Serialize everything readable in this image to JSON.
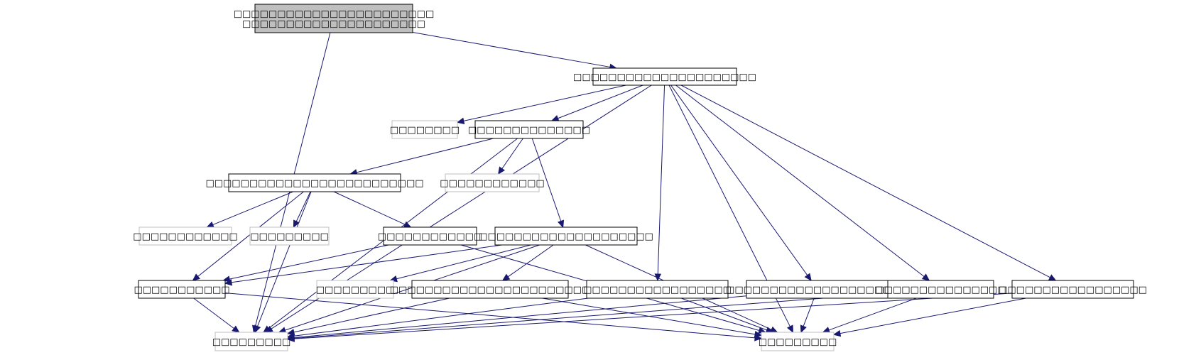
{
  "diagram": {
    "type": "include-dependency-graph",
    "edge_color": "#191970",
    "external_border_color": "#bfbfbf",
    "root_fill": "#bfbfbf",
    "nodes": [
      {
        "id": "root",
        "lines": [
          "□□□□□□□□□□□□□□□□□□□□□□□",
          "□□□□□□□□□□□□□□□□□□□□□"
        ],
        "style": "root"
      },
      {
        "id": "n1",
        "lines": [
          "□□□□□□□□□□□□□□□□□□□□□"
        ],
        "style": "normal"
      },
      {
        "id": "n2",
        "lines": [
          "□□□□□□□□"
        ],
        "style": "external"
      },
      {
        "id": "n3",
        "lines": [
          "□□□□□□□□□□□□□□"
        ],
        "style": "normal"
      },
      {
        "id": "n4",
        "lines": [
          "□□□□□□□□□□□□□□□□□□□□□□□□□"
        ],
        "style": "normal"
      },
      {
        "id": "n5",
        "lines": [
          "□□□□□□□□□□□□"
        ],
        "style": "external"
      },
      {
        "id": "n6",
        "lines": [
          "□□□□□□□□□□□□"
        ],
        "style": "external"
      },
      {
        "id": "n7",
        "lines": [
          "□□□□□□□□□"
        ],
        "style": "external"
      },
      {
        "id": "n8",
        "lines": [
          "□□□□□□□□□□□□"
        ],
        "style": "normal"
      },
      {
        "id": "n9",
        "lines": [
          "□□□□□□□□□□□□□□□□□□□□"
        ],
        "style": "normal"
      },
      {
        "id": "n10",
        "lines": [
          "□□□□□□□□□□□"
        ],
        "style": "normal"
      },
      {
        "id": "n11",
        "lines": [
          "□□□□□□□□□"
        ],
        "style": "external"
      },
      {
        "id": "n12",
        "lines": [
          "□□□□□□□□□□□□□□□□□□□□□□□"
        ],
        "style": "normal"
      },
      {
        "id": "n13",
        "lines": [
          "□□□□□□□□□□□□□□□□□"
        ],
        "style": "normal"
      },
      {
        "id": "n14",
        "lines": [
          "□□□□□□□□□□□□□□□□□□□□□"
        ],
        "style": "normal"
      },
      {
        "id": "n15",
        "lines": [
          "□□□□□□□□□□□□□□□"
        ],
        "style": "normal"
      },
      {
        "id": "n16",
        "lines": [
          "□□□□□□□□□□□□□□□□□"
        ],
        "style": "normal"
      },
      {
        "id": "n17",
        "lines": [
          "□□□□□□□□□"
        ],
        "style": "external"
      },
      {
        "id": "n18",
        "lines": [
          "□□□□□□□□□"
        ],
        "style": "external"
      }
    ],
    "edges": [
      [
        "root",
        "n1"
      ],
      [
        "root",
        "n17"
      ],
      [
        "n1",
        "n2"
      ],
      [
        "n1",
        "n3"
      ],
      [
        "n1",
        "n13"
      ],
      [
        "n1",
        "n14"
      ],
      [
        "n1",
        "n15"
      ],
      [
        "n1",
        "n16"
      ],
      [
        "n1",
        "n17"
      ],
      [
        "n1",
        "n18"
      ],
      [
        "n3",
        "n4"
      ],
      [
        "n3",
        "n5"
      ],
      [
        "n3",
        "n9"
      ],
      [
        "n3",
        "n17"
      ],
      [
        "n4",
        "n6"
      ],
      [
        "n4",
        "n7"
      ],
      [
        "n4",
        "n8"
      ],
      [
        "n4",
        "n10"
      ],
      [
        "n4",
        "n17"
      ],
      [
        "n8",
        "n10"
      ],
      [
        "n8",
        "n18"
      ],
      [
        "n9",
        "n10"
      ],
      [
        "n9",
        "n11"
      ],
      [
        "n9",
        "n12"
      ],
      [
        "n9",
        "n17"
      ],
      [
        "n9",
        "n18"
      ],
      [
        "n10",
        "n17"
      ],
      [
        "n10",
        "n18"
      ],
      [
        "n12",
        "n17"
      ],
      [
        "n12",
        "n18"
      ],
      [
        "n13",
        "n17"
      ],
      [
        "n13",
        "n18"
      ],
      [
        "n14",
        "n17"
      ],
      [
        "n14",
        "n18"
      ],
      [
        "n15",
        "n17"
      ],
      [
        "n15",
        "n18"
      ],
      [
        "n16",
        "n17"
      ],
      [
        "n16",
        "n18"
      ]
    ]
  }
}
